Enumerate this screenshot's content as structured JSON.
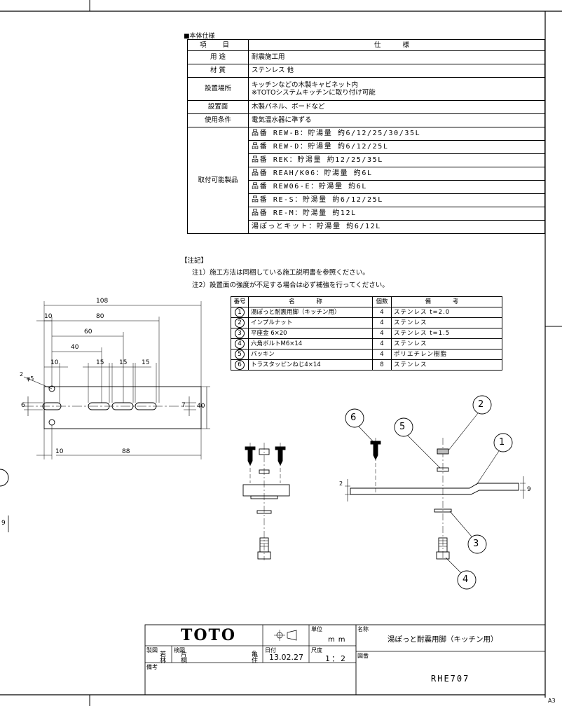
{
  "spec": {
    "heading": "■本体仕様",
    "col_item": "項 目",
    "col_spec": "仕 様",
    "rows": [
      {
        "k": "用 途",
        "v": "耐震施工用"
      },
      {
        "k": "材 質",
        "v": "ステンレス 他"
      },
      {
        "k": "設置場所",
        "v": "キッチンなどの木製キャビネット内",
        "v2": "※TOTOシステムキッチンに取り付け可能"
      },
      {
        "k": "設置面",
        "v": "木製パネル、ボードなど"
      },
      {
        "k": "使用条件",
        "v": "電気温水器に準ずる"
      }
    ],
    "products_label": "取付可能製品",
    "products": [
      "品番 REW-B：貯湯量 約6/12/25/30/35L",
      "品番 REW-D：貯湯量 約6/12/25L",
      "品番 REK：貯湯量 約12/25/35L",
      "品番 REAH/K06：貯湯量 約6L",
      "品番 REW06-E：貯湯量 約6L",
      "品番 RE-S：貯湯量 約6/12/25L",
      "品番 RE-M：貯湯量 約12L",
      "湯ぽっとキット：貯湯量 約6/12L"
    ]
  },
  "notes": {
    "heading": "【注記】",
    "items": [
      "注1）施工方法は同梱している施工説明書を参照ください。",
      "注2）設置面の強度が不足する場合は必ず補強を行ってください。"
    ]
  },
  "parts": {
    "headers": [
      "番号",
      "名 称",
      "個数",
      "備 考"
    ],
    "rows": [
      {
        "no": "1",
        "name": "湯ぽっと耐震用脚（キッチン用）",
        "qty": "4",
        "note": "ステンレス t=2.0"
      },
      {
        "no": "2",
        "name": "インプルナット",
        "qty": "4",
        "note": "ステンレス"
      },
      {
        "no": "3",
        "name": "平座金 6×20",
        "qty": "4",
        "note": "ステンレス t=1.5"
      },
      {
        "no": "4",
        "name": "六角ボルトM6×14",
        "qty": "4",
        "note": "ステンレス"
      },
      {
        "no": "5",
        "name": "パッキン",
        "qty": "4",
        "note": "ポリエチレン樹脂"
      },
      {
        "no": "6",
        "name": "トラスタッピンねじ4×14",
        "qty": "8",
        "note": "ステンレス"
      }
    ]
  },
  "dims": {
    "d108": "108",
    "d10a": "10",
    "d80": "80",
    "d60": "60",
    "d40": "40",
    "d10b": "10",
    "d15a": "15",
    "d15b": "15",
    "d15c": "15",
    "d2": "2",
    "phi5": "φ5",
    "d6": "6",
    "d7": "7",
    "d40v": "40",
    "d10c": "10",
    "d88": "88",
    "d9": "9",
    "d2b": "2",
    "d9b": "9"
  },
  "callouts": [
    "1",
    "2",
    "3",
    "4",
    "5",
    "6"
  ],
  "title_block": {
    "brand": "TOTO",
    "unit_label": "単位",
    "unit": "mm",
    "name_label": "名称",
    "name": "湯ぽっと耐震用脚（キッチン用）",
    "drawn_label": "製図",
    "checked_label": "検図",
    "date_label": "日付",
    "scale_label": "尺度",
    "drawn_by_1": "若",
    "drawn_by_2": "林",
    "checked_by_1": "片",
    "checked_by_2": "桐",
    "approved_1": "亀",
    "approved_2": "住",
    "date": "13.02.27",
    "scale": "1：2",
    "drawing_no_label": "図番",
    "drawing_no": "RHE707",
    "remarks_label": "備考"
  },
  "sheet_size": "A3"
}
